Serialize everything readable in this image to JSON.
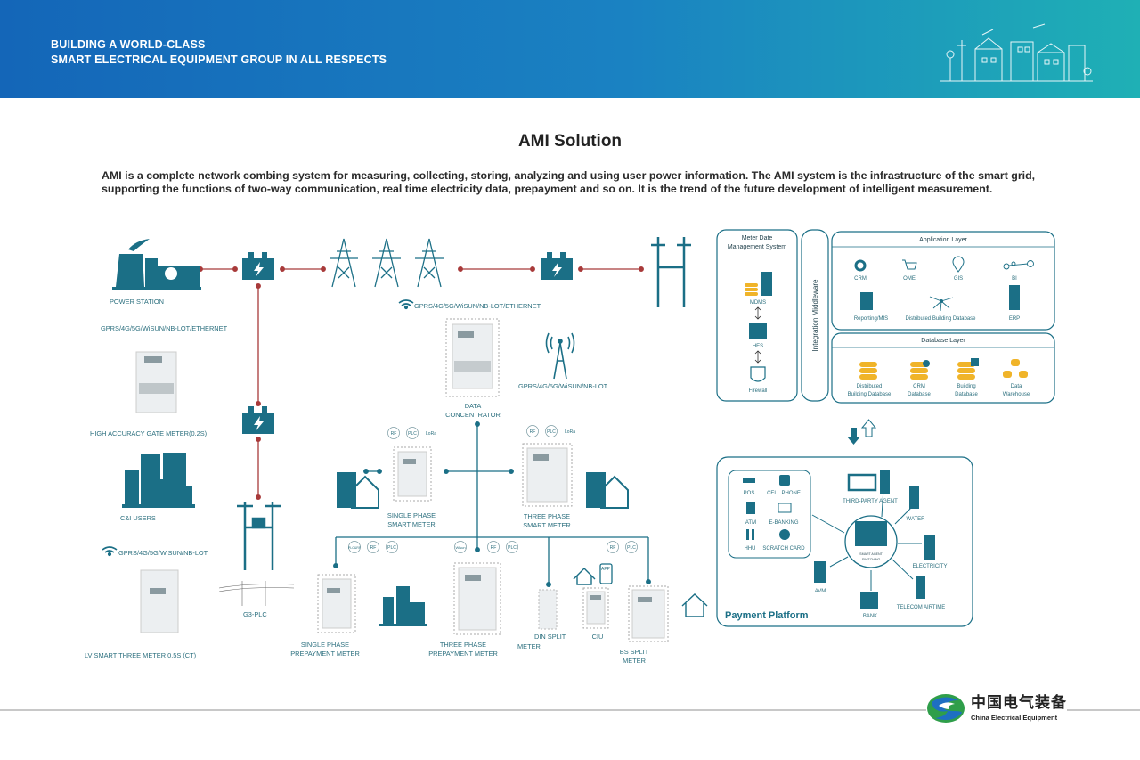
{
  "header": {
    "line1": "BUILDING A WORLD-CLASS",
    "line2": "SMART ELECTRICAL EQUIPMENT GROUP IN ALL RESPECTS",
    "gradient_start": "#1466b8",
    "gradient_end": "#1fb0b5"
  },
  "title": "AMI Solution",
  "description": "AMI is a complete network combing system for measuring, collecting, storing, analyzing and using user power information. The AMI system is the infrastructure of the smart grid, supporting the functions of two-way communication, real time electricity data, prepayment and so on. It is the trend of the future development of intelligent measurement.",
  "colors": {
    "accent": "#1b6f86",
    "power_line": "#a83a3a",
    "database": "#f0b429"
  },
  "left": {
    "power_station": "POWER STATION",
    "comm1": "GPRS/4G/5G/WiSUN/NB-LOT/ETHERNET",
    "gate_meter": "HIGH ACCURACY GATE METER(0.2S)",
    "ci_users": "C&I  USERS",
    "comm2": "GPRS/4G/5G/WiSUN/NB-LOT",
    "lv_meter": "LV SMART THREE METER 0.5S  (CT)",
    "g3plc": "G3-PLC"
  },
  "center": {
    "comm_top": "GPRS/4G/5G/WiSUN/NB-LOT/ETHERNET",
    "concentrator": [
      "DATA",
      "CONCENTRATOR"
    ],
    "comm_tower": "GPRS/4G/5G/WiSUN/NB-LOT",
    "single_smart": [
      "SINGLE PHASE",
      "SMART METER"
    ],
    "three_smart": [
      "THREE PHASE",
      "SMART METER"
    ],
    "single_prepay": [
      "SINGLE PHASE",
      "PREPAYMENT METER"
    ],
    "three_prepay": [
      "THREE PHASE",
      "PREPAYMENT METER"
    ],
    "din_split": [
      "DIN SPLIT",
      "METER"
    ],
    "ciu": "CIU",
    "bs_split": [
      "BS SPLIT",
      "METER"
    ],
    "app": "APP",
    "badges": {
      "rf": "RF",
      "plc": "PLC",
      "lora": "LoRa",
      "plcrf": "PLC&RF",
      "wisun": "Wisun"
    }
  },
  "mdms": {
    "title": [
      "Meter Date",
      "Management System"
    ],
    "items": [
      "MDMS",
      "HES",
      "Firewall"
    ]
  },
  "middleware": "Integration Middleware",
  "app_layer": {
    "title": "Application Layer",
    "items": [
      "CRM",
      "OME",
      "GIS",
      "BI",
      "Reporting/MIS",
      "Distributed Building Database",
      "ERP"
    ]
  },
  "db_layer": {
    "title": "Database Layer",
    "items": [
      [
        "Distributed",
        "Building Database"
      ],
      [
        "CRM",
        "Database"
      ],
      [
        "Building",
        "Database"
      ],
      [
        "Data",
        "Warehouse"
      ]
    ]
  },
  "payment": {
    "title": "Payment Platform",
    "channels": [
      "POS",
      "CELL PHONE",
      "ATM",
      "E-BANKING",
      "HHU",
      "SCRATCH CARD"
    ],
    "hub": [
      "SMART AGENT",
      "SWITCHING"
    ],
    "nodes": [
      "THIRD-PARTY AGENT",
      "WATER",
      "ELECTRICITY",
      "TELECOM AIRTIME",
      "BANK",
      "AVM"
    ],
    "avm_tag": "AVM"
  },
  "logo": {
    "cn": "中国电气装备",
    "en": "China Electrical Equipment"
  }
}
